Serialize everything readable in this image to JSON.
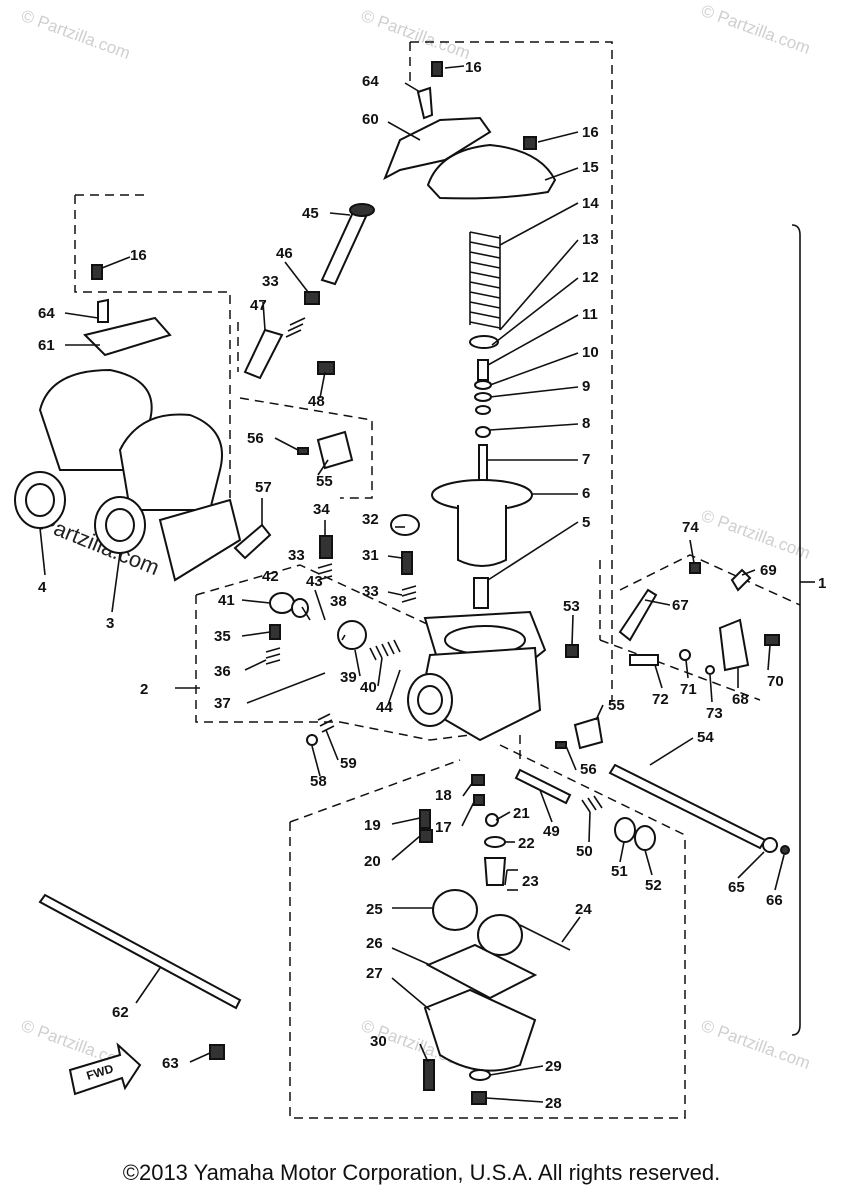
{
  "watermark": "© Partzilla.com",
  "watermark_side": "© Partzilla.com",
  "copyright": "©2013 Yamaha Motor Corporation, U.S.A. All rights reserved.",
  "fwd_arrow": "FWD",
  "group_bracket_label": "1",
  "callouts": {
    "c2": "2",
    "c3": "3",
    "c4": "4",
    "c5": "5",
    "c6": "6",
    "c7": "7",
    "c8": "8",
    "c9": "9",
    "c10": "10",
    "c11": "11",
    "c12": "12",
    "c13": "13",
    "c14": "14",
    "c15": "15",
    "c16a": "16",
    "c16b": "16",
    "c16c": "16",
    "c17": "17",
    "c18": "18",
    "c19": "19",
    "c20": "20",
    "c21": "21",
    "c22": "22",
    "c23": "23",
    "c24": "24",
    "c25": "25",
    "c26": "26",
    "c27": "27",
    "c28": "28",
    "c29": "29",
    "c30": "30",
    "c31": "31",
    "c32": "32",
    "c33a": "33",
    "c33b": "33",
    "c33c": "33",
    "c34": "34",
    "c35": "35",
    "c36": "36",
    "c37": "37",
    "c38": "38",
    "c39": "39",
    "c40": "40",
    "c41": "41",
    "c42": "42",
    "c43": "43",
    "c44": "44",
    "c45": "45",
    "c46": "46",
    "c47": "47",
    "c48": "48",
    "c49": "49",
    "c50": "50",
    "c51": "51",
    "c52": "52",
    "c53": "53",
    "c54": "54",
    "c55a": "55",
    "c55b": "55",
    "c56a": "56",
    "c56b": "56",
    "c57": "57",
    "c58": "58",
    "c59": "59",
    "c60": "60",
    "c61": "61",
    "c62": "62",
    "c63": "63",
    "c64a": "64",
    "c64b": "64",
    "c65": "65",
    "c66": "66",
    "c67": "67",
    "c68": "68",
    "c69": "69",
    "c70": "70",
    "c71": "71",
    "c72": "72",
    "c73": "73",
    "c74": "74"
  }
}
